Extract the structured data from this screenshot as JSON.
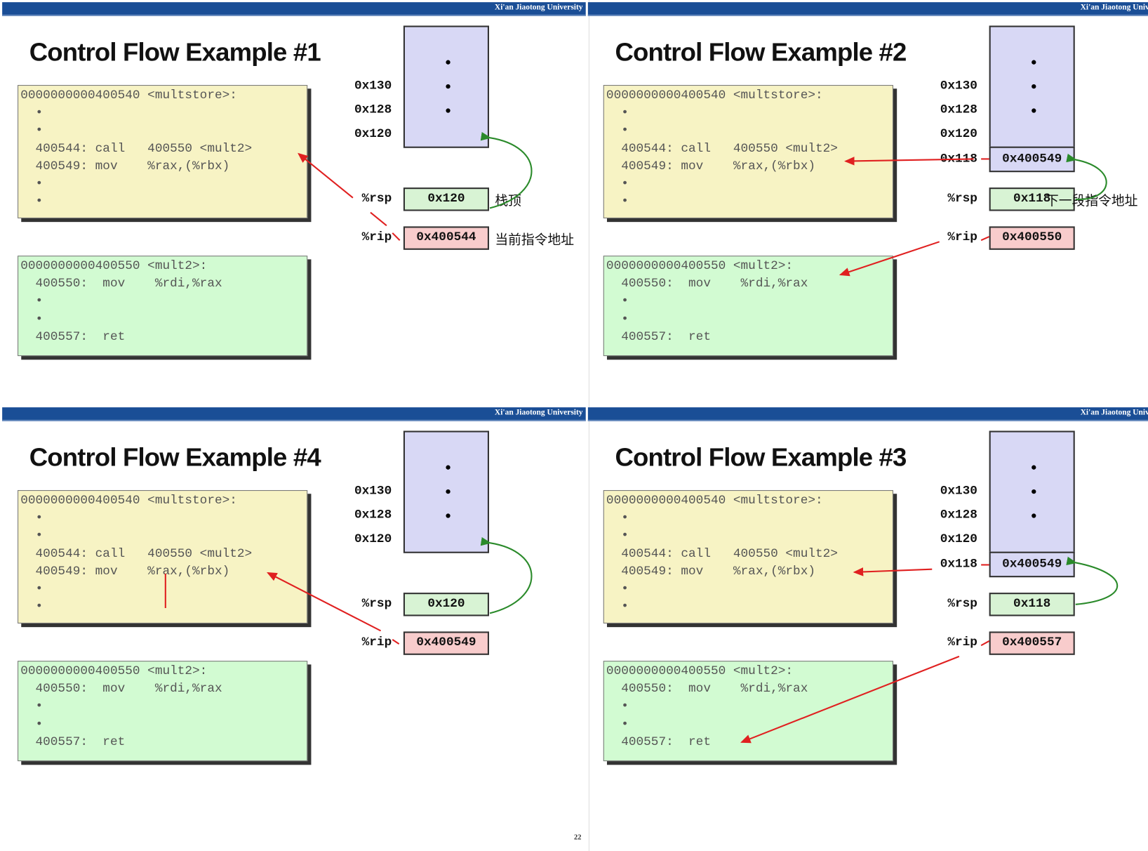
{
  "banner_text": "Xi'an Jiaotong University",
  "page_number": "22",
  "colors": {
    "banner": "#1a4e96",
    "caller_code": "#f7f3c4",
    "callee_code": "#d2fbd2",
    "stack": "#d8d8f5",
    "rsp": "#d8f3d4",
    "rip": "#f8cccc",
    "rip_arrow": "#e02020",
    "rsp_arrow": "#2a8a2a"
  },
  "panels": [
    {
      "title": "Control Flow Example #1",
      "caller_code": [
        "0000000000400540 <multstore>:",
        "  •",
        "  •",
        "  400544: call   400550 <mult2>",
        "  400549: mov    %rax,(%rbx)",
        "  •",
        "  •"
      ],
      "callee_code": [
        "0000000000400550 <mult2>:",
        "  400550:  mov    %rdi,%rax",
        "  •",
        "  •",
        "  400557:  ret"
      ],
      "stack_addresses": [
        "0x130",
        "0x128",
        "0x120"
      ],
      "stack_top_value": "",
      "rsp_label": "%rsp",
      "rsp_value": "0x120",
      "rsp_note": "栈顶",
      "rip_label": "%rip",
      "rip_value": "0x400544",
      "rip_note": "当前指令地址"
    },
    {
      "title": "Control Flow Example #2",
      "caller_code": [
        "0000000000400540 <multstore>:",
        "  •",
        "  •",
        "  400544: call   400550 <mult2>",
        "  400549: mov    %rax,(%rbx)",
        "  •",
        "  •"
      ],
      "callee_code": [
        "0000000000400550 <mult2>:",
        "  400550:  mov    %rdi,%rax",
        "  •",
        "  •",
        "  400557:  ret"
      ],
      "stack_addresses": [
        "0x130",
        "0x128",
        "0x120",
        "0x118"
      ],
      "stack_top_value": "0x400549",
      "rsp_label": "%rsp",
      "rsp_value": "0x118",
      "rsp_note": "下一段指令地址",
      "rip_label": "%rip",
      "rip_value": "0x400550",
      "rip_note": ""
    },
    {
      "title": "Control Flow Example #4",
      "caller_code": [
        "0000000000400540 <multstore>:",
        "  •",
        "  •",
        "  400544: call   400550 <mult2>",
        "  400549: mov    %rax,(%rbx)",
        "  •",
        "  •"
      ],
      "callee_code": [
        "0000000000400550 <mult2>:",
        "  400550:  mov    %rdi,%rax",
        "  •",
        "  •",
        "  400557:  ret"
      ],
      "stack_addresses": [
        "0x130",
        "0x128",
        "0x120"
      ],
      "stack_top_value": "",
      "rsp_label": "%rsp",
      "rsp_value": "0x120",
      "rsp_note": "",
      "rip_label": "%rip",
      "rip_value": "0x400549",
      "rip_note": ""
    },
    {
      "title": "Control Flow Example #3",
      "caller_code": [
        "0000000000400540 <multstore>:",
        "  •",
        "  •",
        "  400544: call   400550 <mult2>",
        "  400549: mov    %rax,(%rbx)",
        "  •",
        "  •"
      ],
      "callee_code": [
        "0000000000400550 <mult2>:",
        "  400550:  mov    %rdi,%rax",
        "  •",
        "  •",
        "  400557:  ret"
      ],
      "stack_addresses": [
        "0x130",
        "0x128",
        "0x120",
        "0x118"
      ],
      "stack_top_value": "0x400549",
      "rsp_label": "%rsp",
      "rsp_value": "0x118",
      "rsp_note": "",
      "rip_label": "%rip",
      "rip_value": "0x400557",
      "rip_note": ""
    }
  ]
}
